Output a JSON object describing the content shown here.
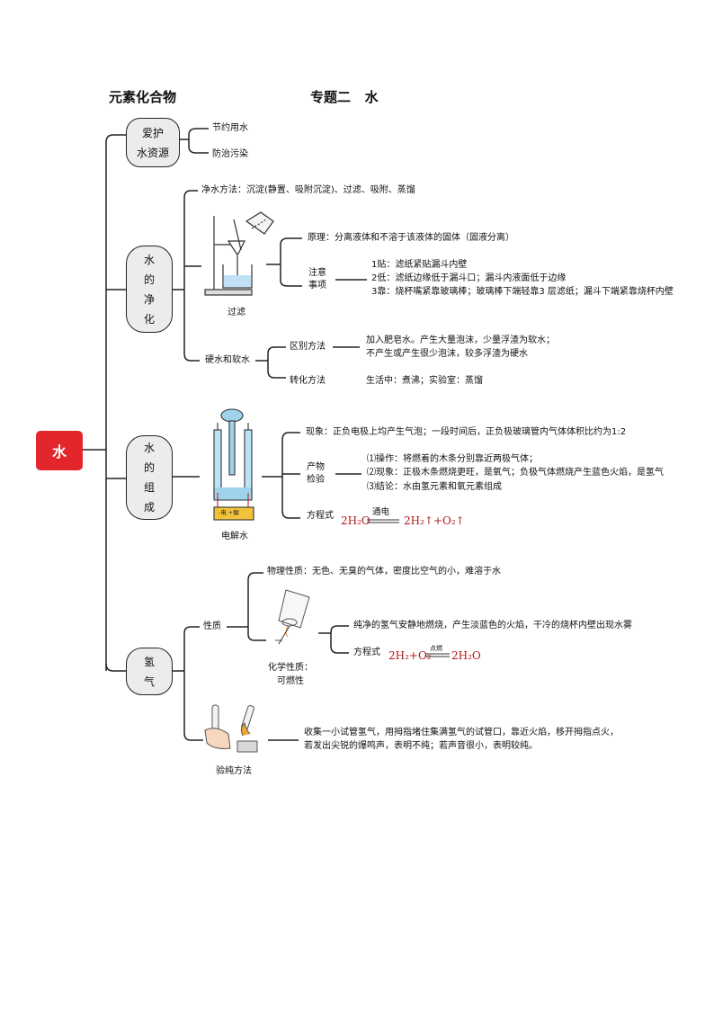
{
  "header": {
    "left": "元素化合物",
    "right": "专题二   水"
  },
  "root": "水",
  "b1": {
    "line1": "爱护",
    "line2": "水资源",
    "items": [
      "节约用水",
      "防治污染"
    ]
  },
  "b2": {
    "c1": "水",
    "c2": "的",
    "c3": "净",
    "c4": "化",
    "purify": "净水方法：沉淀(静置、吸附沉淀)、过滤、吸附、蒸馏",
    "filter_caption": "过滤",
    "principle": "原理：分离液体和不溶于该液体的固体（固液分离）",
    "notice1": "注意",
    "notice2": "事项",
    "n1": "1贴：滤纸紧贴漏斗内壁",
    "n2": "2低：滤纸边缘低于漏斗口；漏斗内液面低于边缘",
    "n3": "3靠：烧杯嘴紧靠玻璃棒；玻璃棒下端轻靠3 层滤纸；漏斗下端紧靠烧杯内壁",
    "hard": "硬水和软水",
    "distinguish": "区别方法",
    "d1": "加入肥皂水。产生大量泡沫，少量浮渣为软水；",
    "d2": "不产生或产生很少泡沫，较多浮渣为硬水",
    "convert": "转化方法",
    "convert_text": "生活中：煮沸；实验室：蒸馏"
  },
  "b3": {
    "c1": "水",
    "c2": "的",
    "c3": "组",
    "c4": "成",
    "electro_caption": "电解水",
    "phenom": "现象：正负电极上均产生气泡；一段时间后，正负极玻璃管内气体体积比约为1:2",
    "product1": "产物",
    "product2": "检验",
    "p1": "⑴操作：将燃着的木条分别靠近两极气体；",
    "p2": "⑵现象：正极木条燃烧更旺，是氧气；负极气体燃烧产生蓝色火焰，是氢气",
    "p3": "⑶结论：水由氢元素和氧元素组成",
    "equation_label": "方程式",
    "eq_left": "2H₂O",
    "eq_cond": "通电",
    "eq_right": "2H₂↑+O₂↑",
    "device_label": "-电 +解"
  },
  "b4": {
    "c1": "氢",
    "c2": "气",
    "property": "性质",
    "physical": "物理性质：无色、无臭的气体，密度比空气的小，难溶于水",
    "chem1": "化学性质：",
    "chem2": "可燃性",
    "burn": "纯净的氢气安静地燃烧，产生淡蓝色的火焰，干冷的烧杯内壁出现水雾",
    "equation_label": "方程式",
    "eq_left": "2H₂+O₂",
    "eq_cond": "点燃",
    "eq_right": "2H₂O",
    "purity_caption": "验纯方法",
    "purity1": "收集一小试管氢气，用拇指堵住集满氢气的试管口，靠近火焰，移开拇指点火，",
    "purity2": "若发出尖锐的爆鸣声，表明不纯；若声音很小，表明较纯。"
  }
}
